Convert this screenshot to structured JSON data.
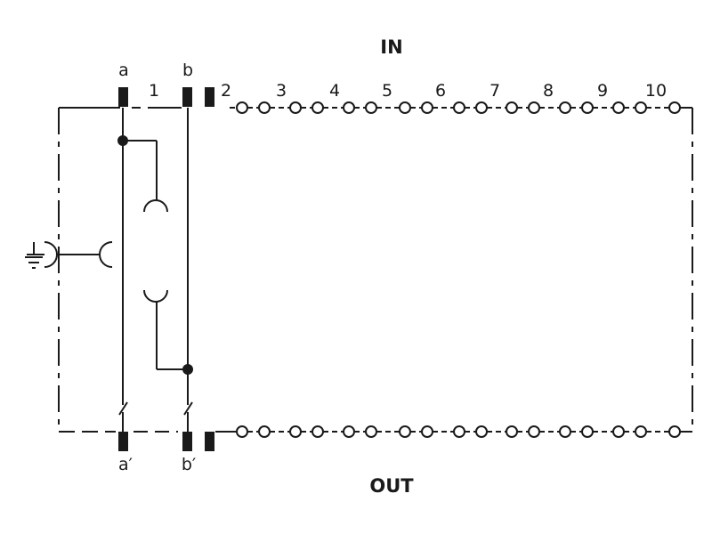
{
  "diagram": {
    "title_in": "IN",
    "title_out": "OUT",
    "pin_a": "a",
    "pin_b": "b",
    "pin_a_prime": "a′",
    "pin_b_prime": "b′",
    "pair_numbers": [
      "1",
      "2",
      "3",
      "4",
      "5",
      "6",
      "7",
      "8",
      "9",
      "10"
    ]
  },
  "colors": {
    "line": "#1a1a1a",
    "background": "#ffffff"
  }
}
